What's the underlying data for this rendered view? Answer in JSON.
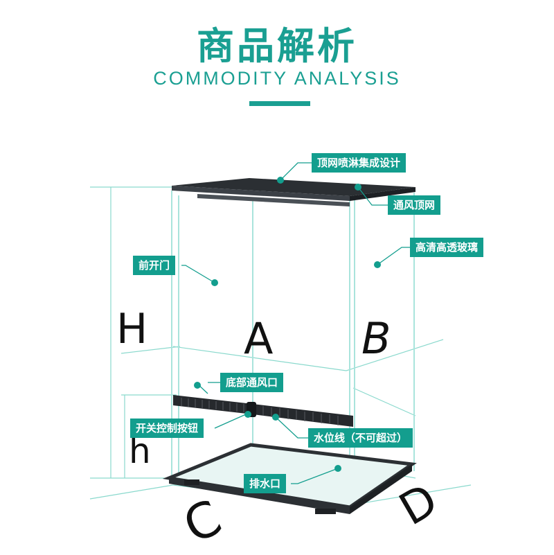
{
  "header": {
    "title": "商品解析",
    "subtitle": "COMMODITY ANALYSIS"
  },
  "colors": {
    "accent": "#139e8e",
    "guide": "#7fd6c9"
  },
  "labels": {
    "top_spray": "顶网喷淋集成设计",
    "top_vent": "通风顶网",
    "front_door": "前开门",
    "hd_glass": "高清高透玻璃",
    "bottom_vent": "底部通风口",
    "switch_knob": "开关控制按钮",
    "water_line": "水位线（不可超过）",
    "drain": "排水口"
  },
  "dimensions": {
    "H": "H",
    "A": "A",
    "B": "B",
    "h": "h",
    "C": "C",
    "D": "D"
  }
}
